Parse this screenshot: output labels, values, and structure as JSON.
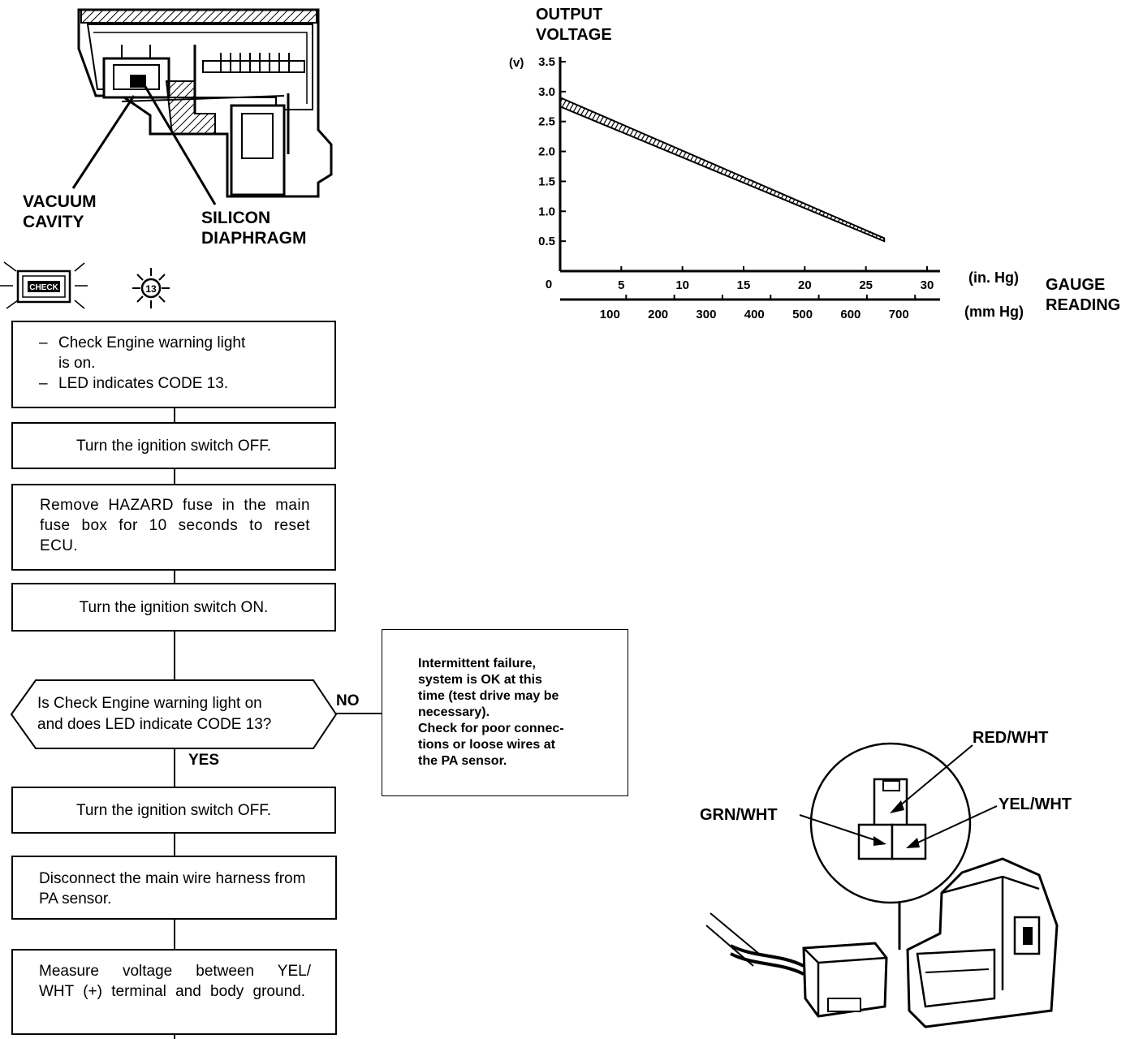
{
  "sensor_diagram": {
    "labels": {
      "vacuum_cavity": [
        "VACUUM",
        "CAVITY"
      ],
      "silicon_diaphragm": [
        "SILICON",
        "DIAPHRAGM"
      ]
    }
  },
  "indicators": {
    "check_lamp_text": "CHECK",
    "code_icon_text": "13"
  },
  "flowchart": {
    "symptom": [
      "Check Engine warning light",
      "is on.",
      "LED indicates CODE 13."
    ],
    "step1": "Turn the ignition switch OFF.",
    "step2": "Remove HAZARD fuse in the main fuse box for 10 seconds to reset ECU.",
    "step3": "Turn the ignition switch ON.",
    "question": [
      "Is Check Engine warning light on",
      "and does LED indicate CODE 13?"
    ],
    "no_label": "NO",
    "yes_label": "YES",
    "no_result": [
      "Intermittent failure,",
      "system is OK at this",
      "time (test drive may be",
      "necessary).",
      "Check for poor connec-",
      "tions or loose wires at",
      "the PA sensor."
    ],
    "step4": "Turn the ignition switch OFF.",
    "step5": "Disconnect the main wire harness from PA sensor.",
    "step6": "Measure voltage between YEL/ WHT (+) terminal and body ground."
  },
  "chart_data": {
    "type": "line",
    "title": "",
    "ylabel_lines": [
      "OUTPUT",
      "VOLTAGE"
    ],
    "yunit": "(v)",
    "xlabel_lines": [
      "GAUGE",
      "READING"
    ],
    "x_unit_primary": "(in. Hg)",
    "x_unit_secondary": "(mm Hg)",
    "yticks": [
      "3.5",
      "3.0",
      "2.5",
      "2.0",
      "1.5",
      "1.0",
      "0.5"
    ],
    "ytick_values": [
      3.5,
      3.0,
      2.5,
      2.0,
      1.5,
      1.0,
      0.5
    ],
    "origin_label": "0",
    "xticks_inhg": [
      "5",
      "10",
      "15",
      "20",
      "25",
      "30"
    ],
    "xtick_values_inhg": [
      5,
      10,
      15,
      20,
      25,
      30
    ],
    "xticks_mmhg": [
      "100",
      "200",
      "300",
      "400",
      "500",
      "600",
      "700"
    ],
    "xtick_values_mmhg": [
      100,
      200,
      300,
      400,
      500,
      600,
      700
    ],
    "xlim_inhg": [
      0,
      31
    ],
    "ylim": [
      0,
      3.6
    ],
    "series": [
      {
        "x": [
          0,
          26.5
        ],
        "y_upper": [
          2.9,
          0.55
        ],
        "y_lower": [
          2.75,
          0.5
        ]
      }
    ]
  },
  "connector_diagram": {
    "wire_labels": {
      "red_wht": "RED/WHT",
      "grn_wht": "GRN/WHT",
      "yel_wht": "YEL/WHT"
    }
  }
}
